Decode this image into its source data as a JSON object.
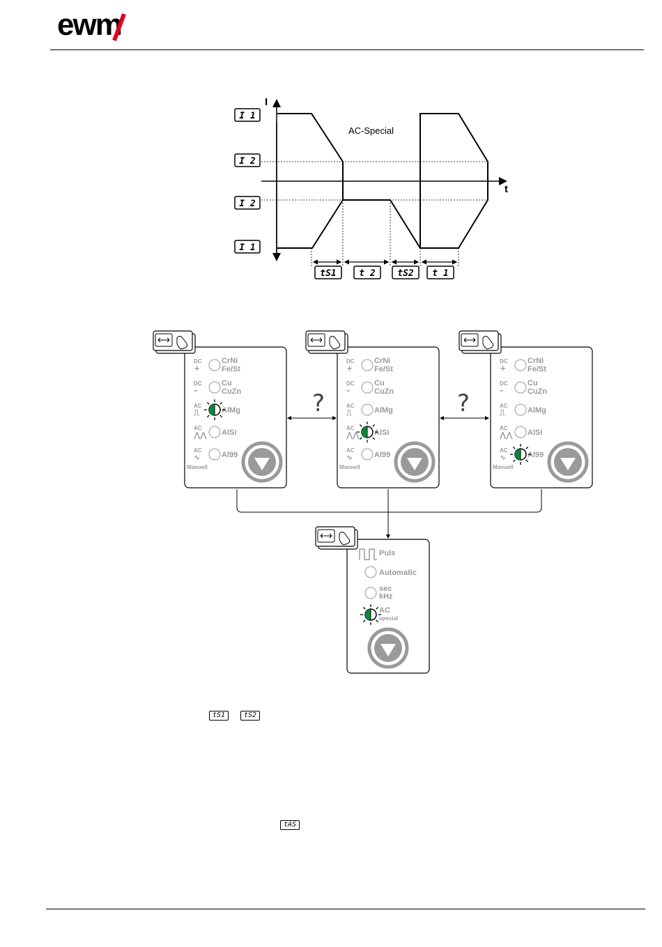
{
  "header": {
    "brand": "ewm"
  },
  "graph": {
    "title": "AC-Special",
    "axis_y": "I",
    "axis_x": "t",
    "left_labels": [
      "I 1",
      "I 2",
      "I 2",
      "I 1"
    ],
    "time_labels": [
      "tS1",
      "t 2",
      "tS2",
      "t 1"
    ]
  },
  "panels": {
    "panel1": {
      "rows": [
        {
          "prefix": "DC",
          "sign": "+",
          "label": "CrNi",
          "label2": "Fe/St"
        },
        {
          "prefix": "DC",
          "sign": "–",
          "label": "Cu",
          "label2": "CuZn"
        },
        {
          "prefix": "AC",
          "sign": "⎍",
          "label": "AlMg",
          "label2": ""
        },
        {
          "prefix": "AC",
          "sign": "⋀⋀",
          "label": "AlSi",
          "label2": ""
        },
        {
          "prefix": "AC",
          "sign": "∿",
          "label": "Al99",
          "label2": ""
        }
      ],
      "footer": "Manuell",
      "active_row": 2
    },
    "panel2": {
      "active_row": 3
    },
    "panel3": {
      "active_row": 4
    },
    "panel4": {
      "rows": [
        {
          "label": "Puls",
          "label2": ""
        },
        {
          "label": "Automatic",
          "label2": ""
        },
        {
          "label": "sec",
          "label2": "kHz"
        },
        {
          "label": "AC",
          "label2": "special"
        }
      ],
      "active_row": 3
    },
    "question": "?"
  },
  "inline_codes": {
    "a": "tS1",
    "b": "tS2",
    "c": "tAS"
  },
  "colors": {
    "led_green": "#0a8a3c",
    "panel_text": "#9a9a9a",
    "knob": "#9a9a9a"
  }
}
